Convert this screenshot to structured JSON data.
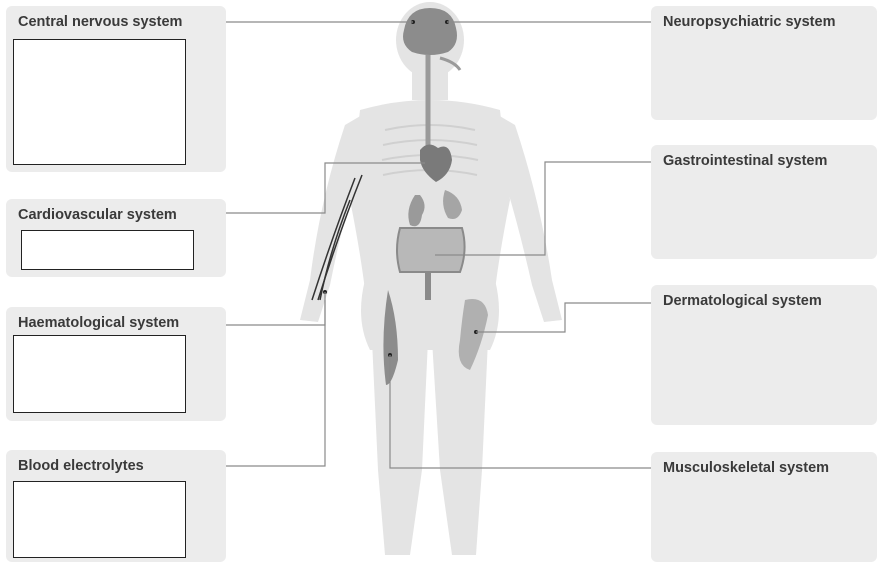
{
  "left_panels": [
    {
      "id": "cns",
      "title": "Central nervous system"
    },
    {
      "id": "cardio",
      "title": "Cardiovascular system"
    },
    {
      "id": "haem",
      "title": "Haematological system"
    },
    {
      "id": "electro",
      "title": "Blood electrolytes"
    }
  ],
  "right_panels": [
    {
      "id": "neuro",
      "title": "Neuropsychiatric system"
    },
    {
      "id": "gi",
      "title": "Gastrointestinal system"
    },
    {
      "id": "derm",
      "title": "Dermatological system"
    },
    {
      "id": "msk",
      "title": "Musculoskeletal system"
    }
  ],
  "colors": {
    "panel": "#ececec",
    "body_silhouette": "#e2e2e2",
    "organ": "#8c8c8c",
    "connector": "#8a8a8a"
  }
}
